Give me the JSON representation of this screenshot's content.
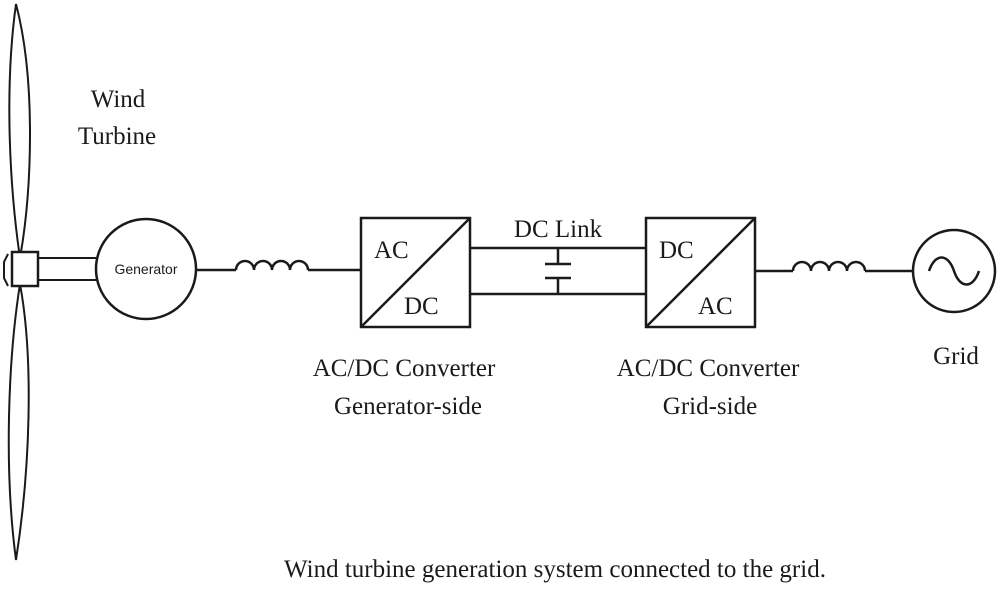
{
  "diagram": {
    "turbine_label_line1": "Wind",
    "turbine_label_line2": "Turbine",
    "generator_label": "Generator",
    "dc_link_label": "DC Link",
    "converter_gen": {
      "input_label": "AC",
      "output_label": "DC",
      "caption_line1": "AC/DC Converter",
      "caption_line2": "Generator-side"
    },
    "converter_grid": {
      "input_label": "DC",
      "output_label": "AC",
      "caption_line1": "AC/DC Converter",
      "caption_line2": "Grid-side"
    },
    "grid_label": "Grid",
    "caption": "Wind turbine generation system connected to the grid."
  },
  "icons": [
    "wind-turbine-blades-icon",
    "inductor-icon",
    "capacitor-icon",
    "ac-source-icon"
  ],
  "colors": {
    "line": "#1a1a1a",
    "background": "#ffffff"
  }
}
